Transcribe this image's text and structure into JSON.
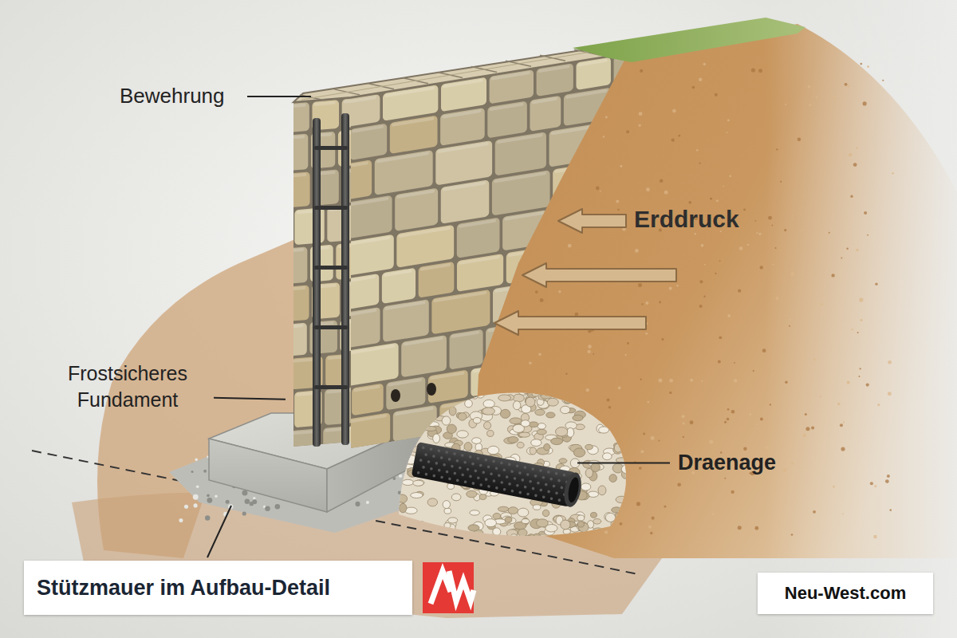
{
  "diagram": {
    "title": "Stützmauer im Aufbau-Detail",
    "labels": [
      "Bewehrung",
      "Erddruck",
      "Frostsicheres Fundament",
      "Draenage",
      "Neu-West.com"
    ]
  }
}
